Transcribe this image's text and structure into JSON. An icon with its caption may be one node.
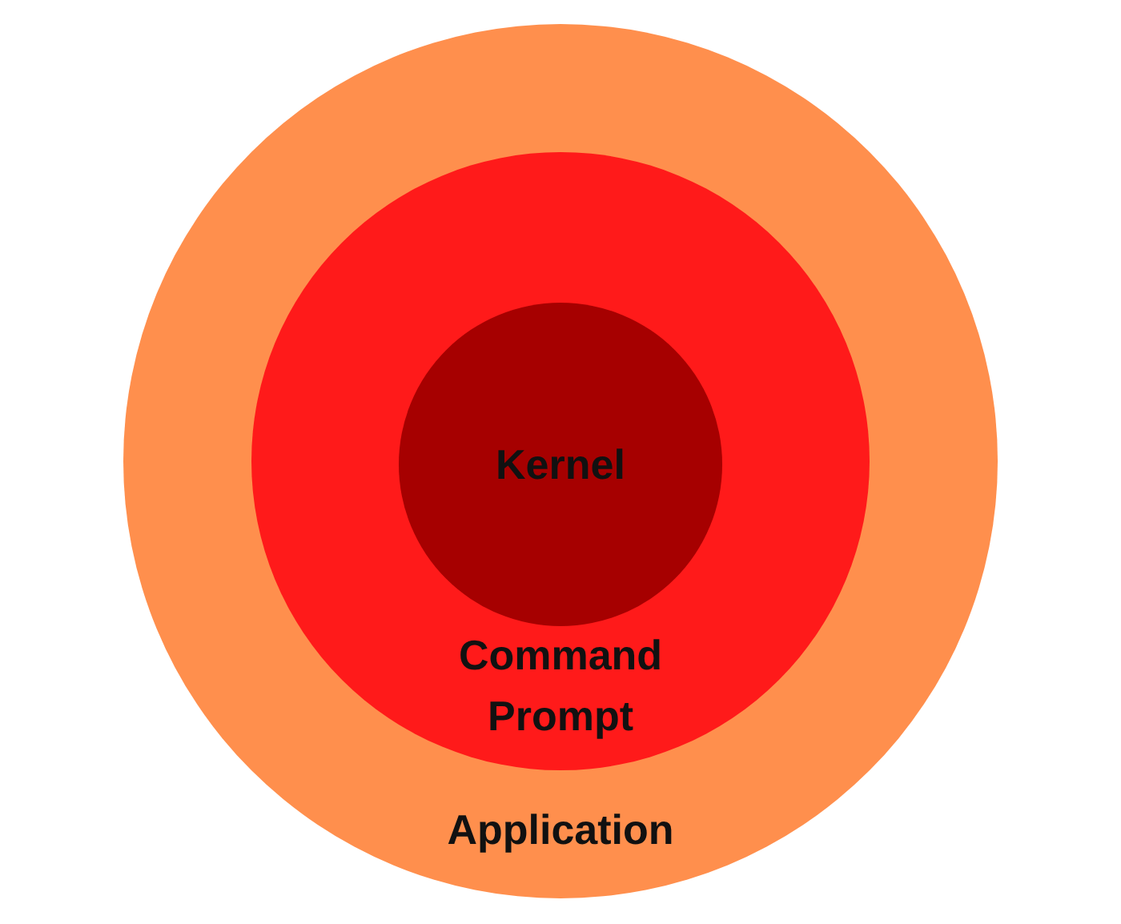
{
  "diagram": {
    "nodes": [
      {
        "text": [
          "Application"
        ]
      },
      {
        "text": [
          "Command Prompt"
        ],
        "in": 0
      },
      {
        "text": [
          "Kernel"
        ],
        "in": 1
      }
    ]
  }
}
